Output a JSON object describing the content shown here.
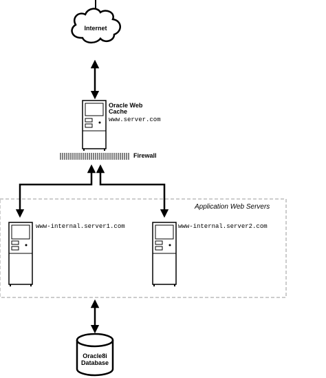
{
  "internet": {
    "label": "Internet"
  },
  "web_cache": {
    "title_line1": "Oracle Web",
    "title_line2": "Cache",
    "host": "www.server.com"
  },
  "firewall": {
    "label": "Firewall"
  },
  "app_servers": {
    "group_label": "Application Web Servers",
    "servers": [
      {
        "host": "www-internal.server1.com"
      },
      {
        "host": "www-internal.server2.com"
      }
    ]
  },
  "database": {
    "label_line1": "Oracle8i",
    "label_line2": "Database"
  }
}
